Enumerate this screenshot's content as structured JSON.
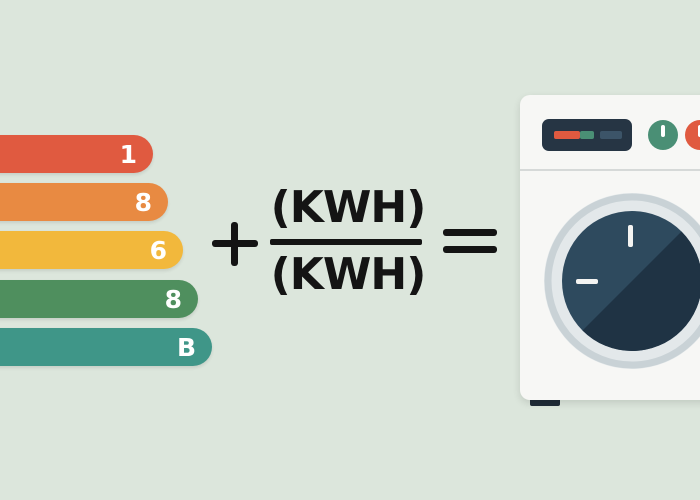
{
  "energy_bars": [
    {
      "label": "1",
      "color": "#e05a40"
    },
    {
      "label": "8",
      "color": "#e88a42"
    },
    {
      "label": "6",
      "color": "#f2b83c"
    },
    {
      "label": "8",
      "color": "#4f8f5e"
    },
    {
      "label": "B",
      "color": "#3f9688"
    }
  ],
  "formula": {
    "operator_plus": "+",
    "numerator": "(KWH)",
    "denominator": "(KWH)",
    "operator_equals": "="
  },
  "washer": {
    "body_color": "#f7f7f5",
    "display_color": "#263544",
    "knob_colors": [
      "#4a8f75",
      "#e05a40"
    ],
    "dial_color": "#2e4a5e",
    "dial_shadow_color": "#1f3344",
    "door_ring_color": "#c9d2d6"
  }
}
